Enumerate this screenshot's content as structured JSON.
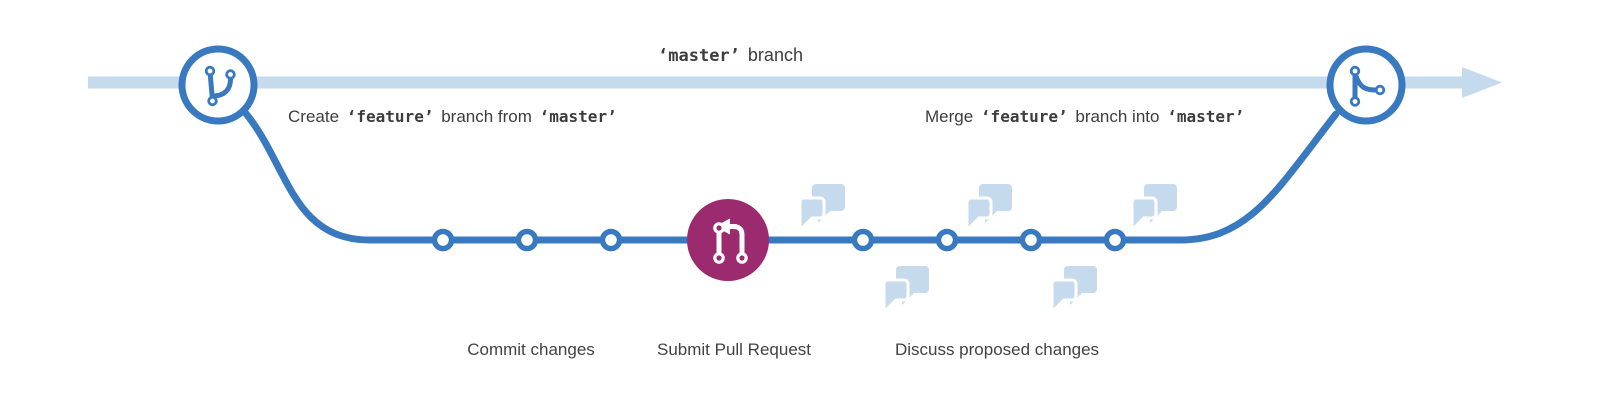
{
  "branch_labels": {
    "master": {
      "code": "‘master’",
      "text": "branch"
    },
    "create": {
      "t1": "Create",
      "c1": "‘feature’",
      "t2": "branch from",
      "c2": "‘master’"
    },
    "merge": {
      "t1": "Merge",
      "c1": "‘feature’",
      "t2": "branch into",
      "c2": "‘master’"
    }
  },
  "step_labels": {
    "commit": "Commit changes",
    "submit": "Submit Pull Request",
    "discuss": "Discuss proposed changes"
  },
  "diagram": {
    "type": "git-branching-flow",
    "commits_before_pull_request": 3,
    "commits_after_pull_request": 4,
    "discussion_bubble_count": 5,
    "icons": {
      "left_node": "git-branch-icon",
      "right_node": "git-merge-icon",
      "center_node": "pull-request-icon",
      "discussion": "chat-bubbles-icon"
    },
    "colors": {
      "branch_blue": "#3979c0",
      "master_light_blue": "#c6daee",
      "pull_request_purple": "#9b2a6f",
      "text": "#3d3d3d"
    }
  }
}
